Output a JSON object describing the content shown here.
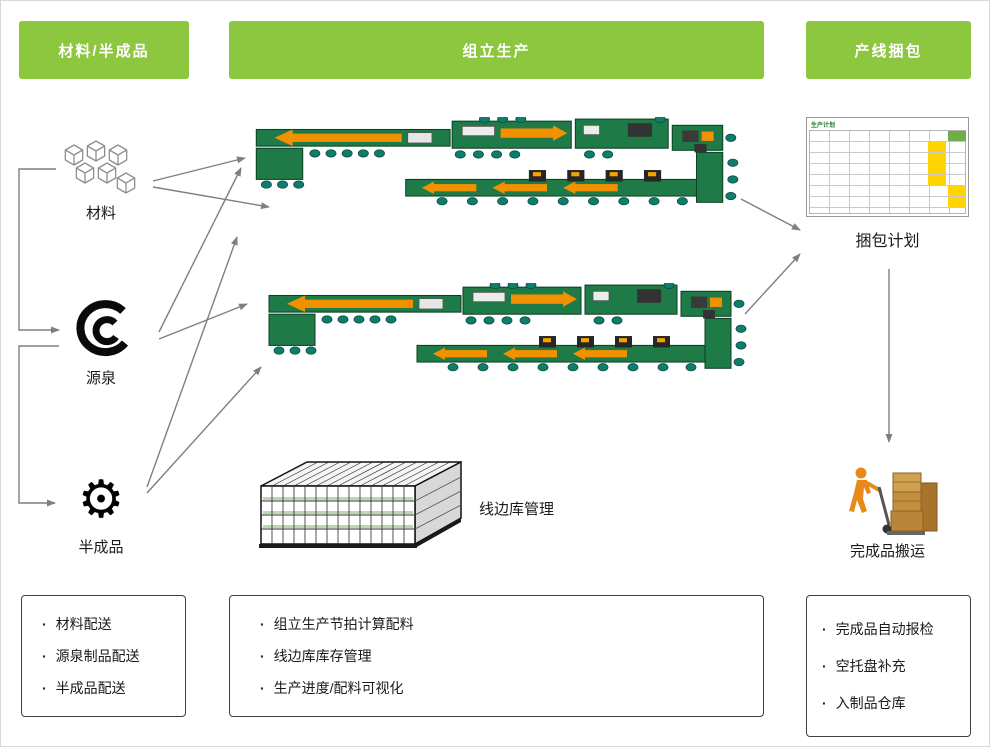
{
  "headers": {
    "materials": "材料/半成品",
    "assembly": "组立生产",
    "packing": "产线捆包"
  },
  "bullet": "·",
  "left_items": [
    {
      "label": "材料",
      "icon": "cube-cluster-icon"
    },
    {
      "label": "源泉",
      "icon": "coil-icon"
    },
    {
      "label": "半成品",
      "icon": "gear-icon"
    }
  ],
  "glyphs": {
    "gear": "⚙"
  },
  "captions": {
    "packing_plan": "捆包计划",
    "line_side_warehouse": "线边库管理",
    "finished_goods_transport": "完成品搬运"
  },
  "packing_table": {
    "title": "生产计划"
  },
  "bottom_boxes": [
    {
      "items": [
        "材料配送",
        "源泉制品配送",
        "半成品配送"
      ]
    },
    {
      "items": [
        "组立生产节拍计算配料",
        "线边库库存管理",
        "生产进度/配料可视化"
      ]
    },
    {
      "items": [
        "完成品自动报检",
        "空托盘补充",
        "入制品仓库"
      ]
    }
  ],
  "colors": {
    "header_green": "#8DC63F",
    "line_green": "#1E7A47",
    "accent_orange": "#F29100",
    "arrow_gray": "#7F7F7F"
  }
}
